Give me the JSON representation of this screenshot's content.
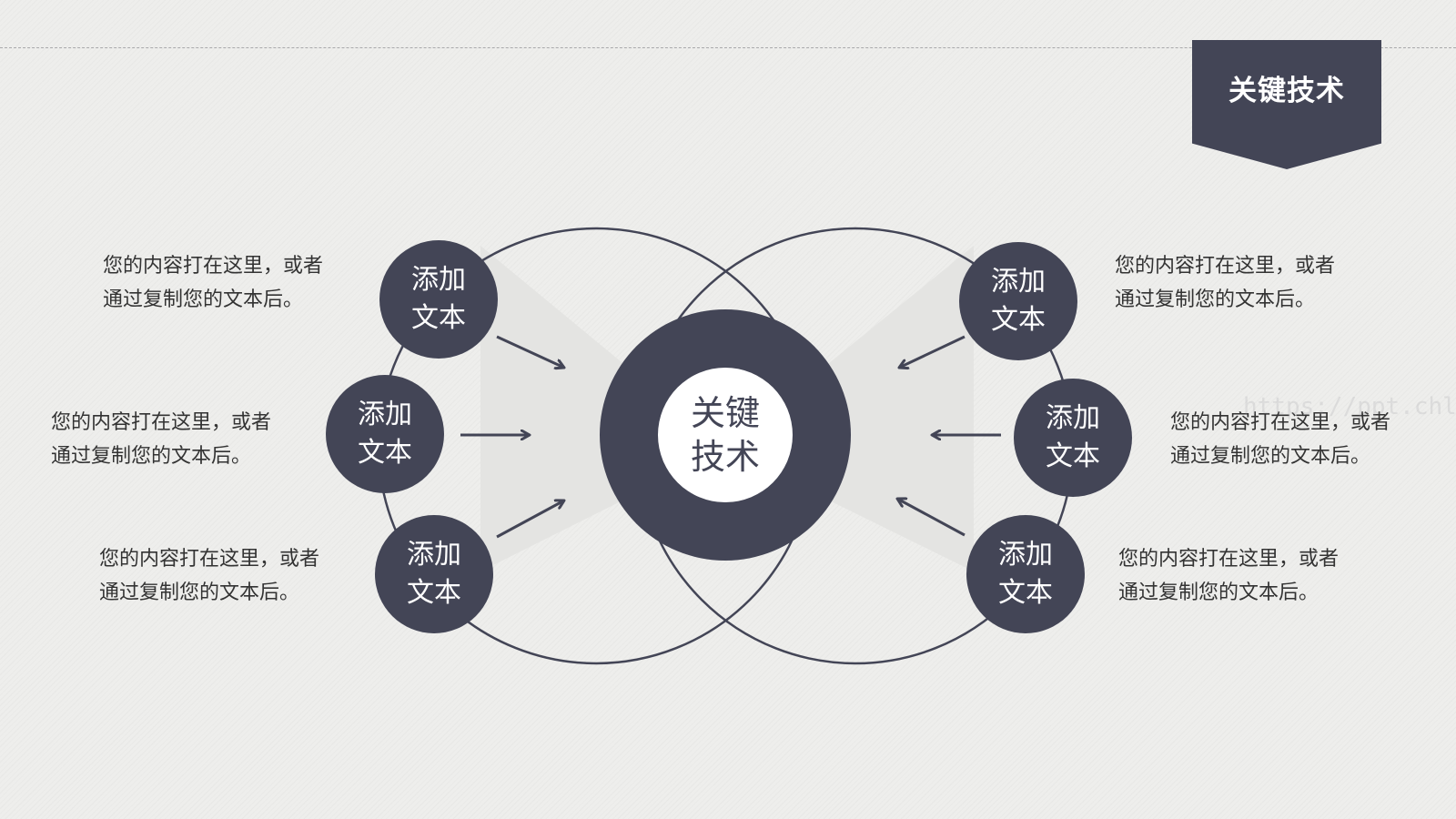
{
  "header": {
    "title": "关键技术"
  },
  "hub": {
    "line1": "关键",
    "line2": "技术"
  },
  "nodes": [
    {
      "line1": "添加",
      "line2": "文本"
    },
    {
      "line1": "添加",
      "line2": "文本"
    },
    {
      "line1": "添加",
      "line2": "文本"
    },
    {
      "line1": "添加",
      "line2": "文本"
    },
    {
      "line1": "添加",
      "line2": "文本"
    },
    {
      "line1": "添加",
      "line2": "文本"
    }
  ],
  "descriptions": [
    {
      "line1": "您的内容打在这里，或者",
      "line2": "通过复制您的文本后。"
    },
    {
      "line1": "您的内容打在这里，或者",
      "line2": "通过复制您的文本后。"
    },
    {
      "line1": "您的内容打在这里，或者",
      "line2": "通过复制您的文本后。"
    },
    {
      "line1": "您的内容打在这里，或者",
      "line2": "通过复制您的文本后。"
    },
    {
      "line1": "您的内容打在这里，或者",
      "line2": "通过复制您的文本后。"
    },
    {
      "line1": "您的内容打在这里，或者",
      "line2": "通过复制您的文本后。"
    }
  ],
  "watermark": "https://ppt.chll.de",
  "colors": {
    "dark": "#434556",
    "light_shape": "#e4e4e2",
    "background": "#eeeeec"
  }
}
